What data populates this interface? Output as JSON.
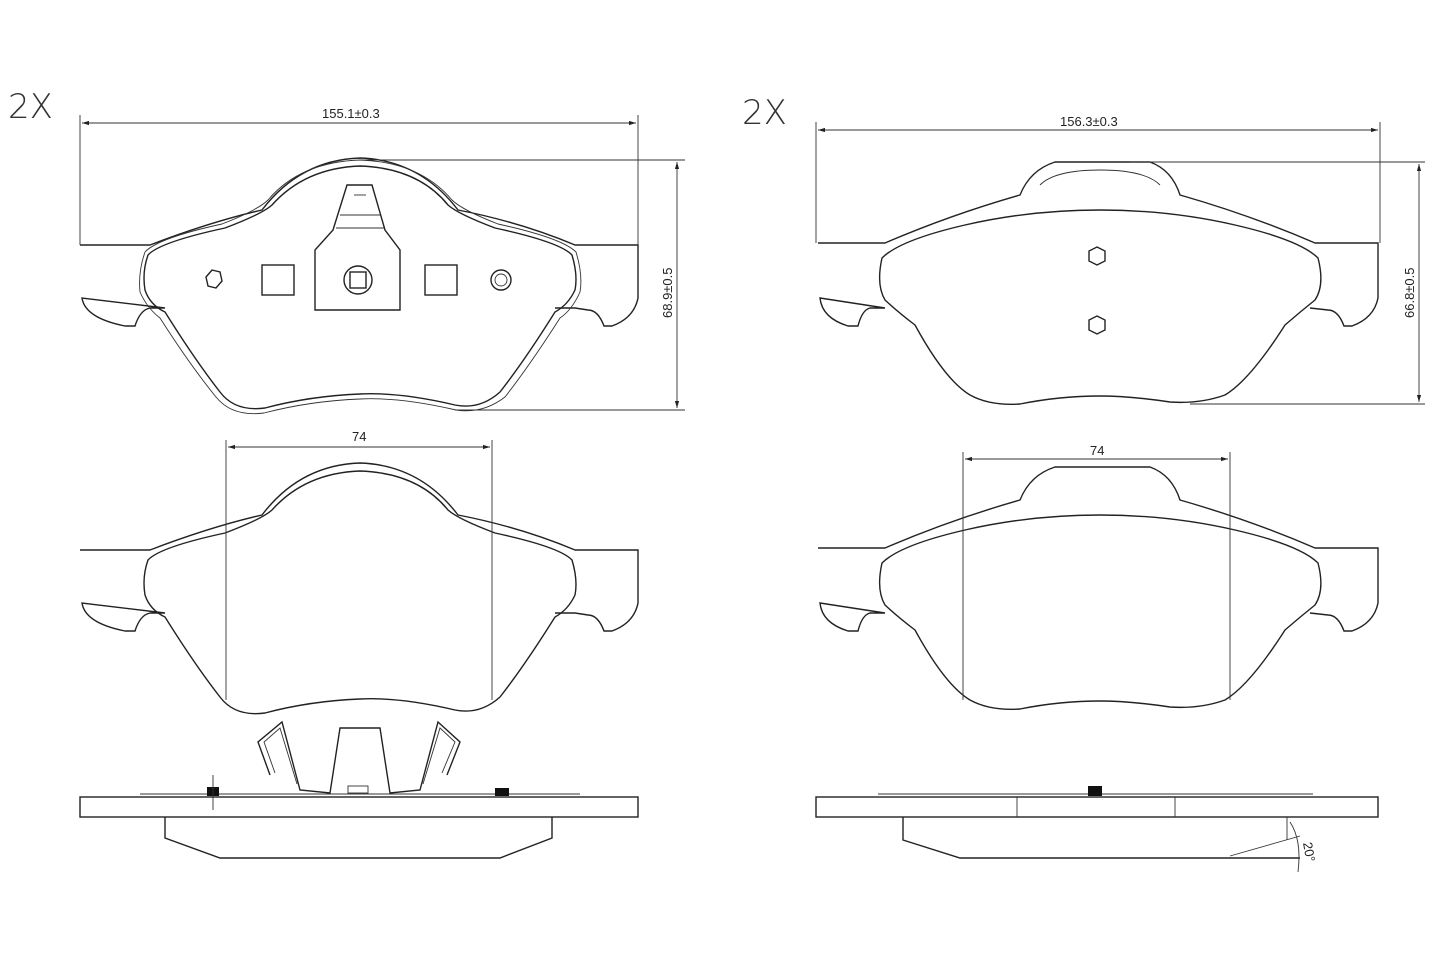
{
  "left_pad": {
    "quantity": "2X",
    "width_dim": "155.1±0.3",
    "height_dim": "68.9±0.5",
    "wear_dim": "74"
  },
  "right_pad": {
    "quantity": "2X",
    "width_dim": "156.3±0.3",
    "height_dim": "66.8±0.5",
    "wear_dim": "74",
    "angle_dim": "20°"
  },
  "colors": {
    "line": "#222222",
    "background": "#ffffff"
  }
}
